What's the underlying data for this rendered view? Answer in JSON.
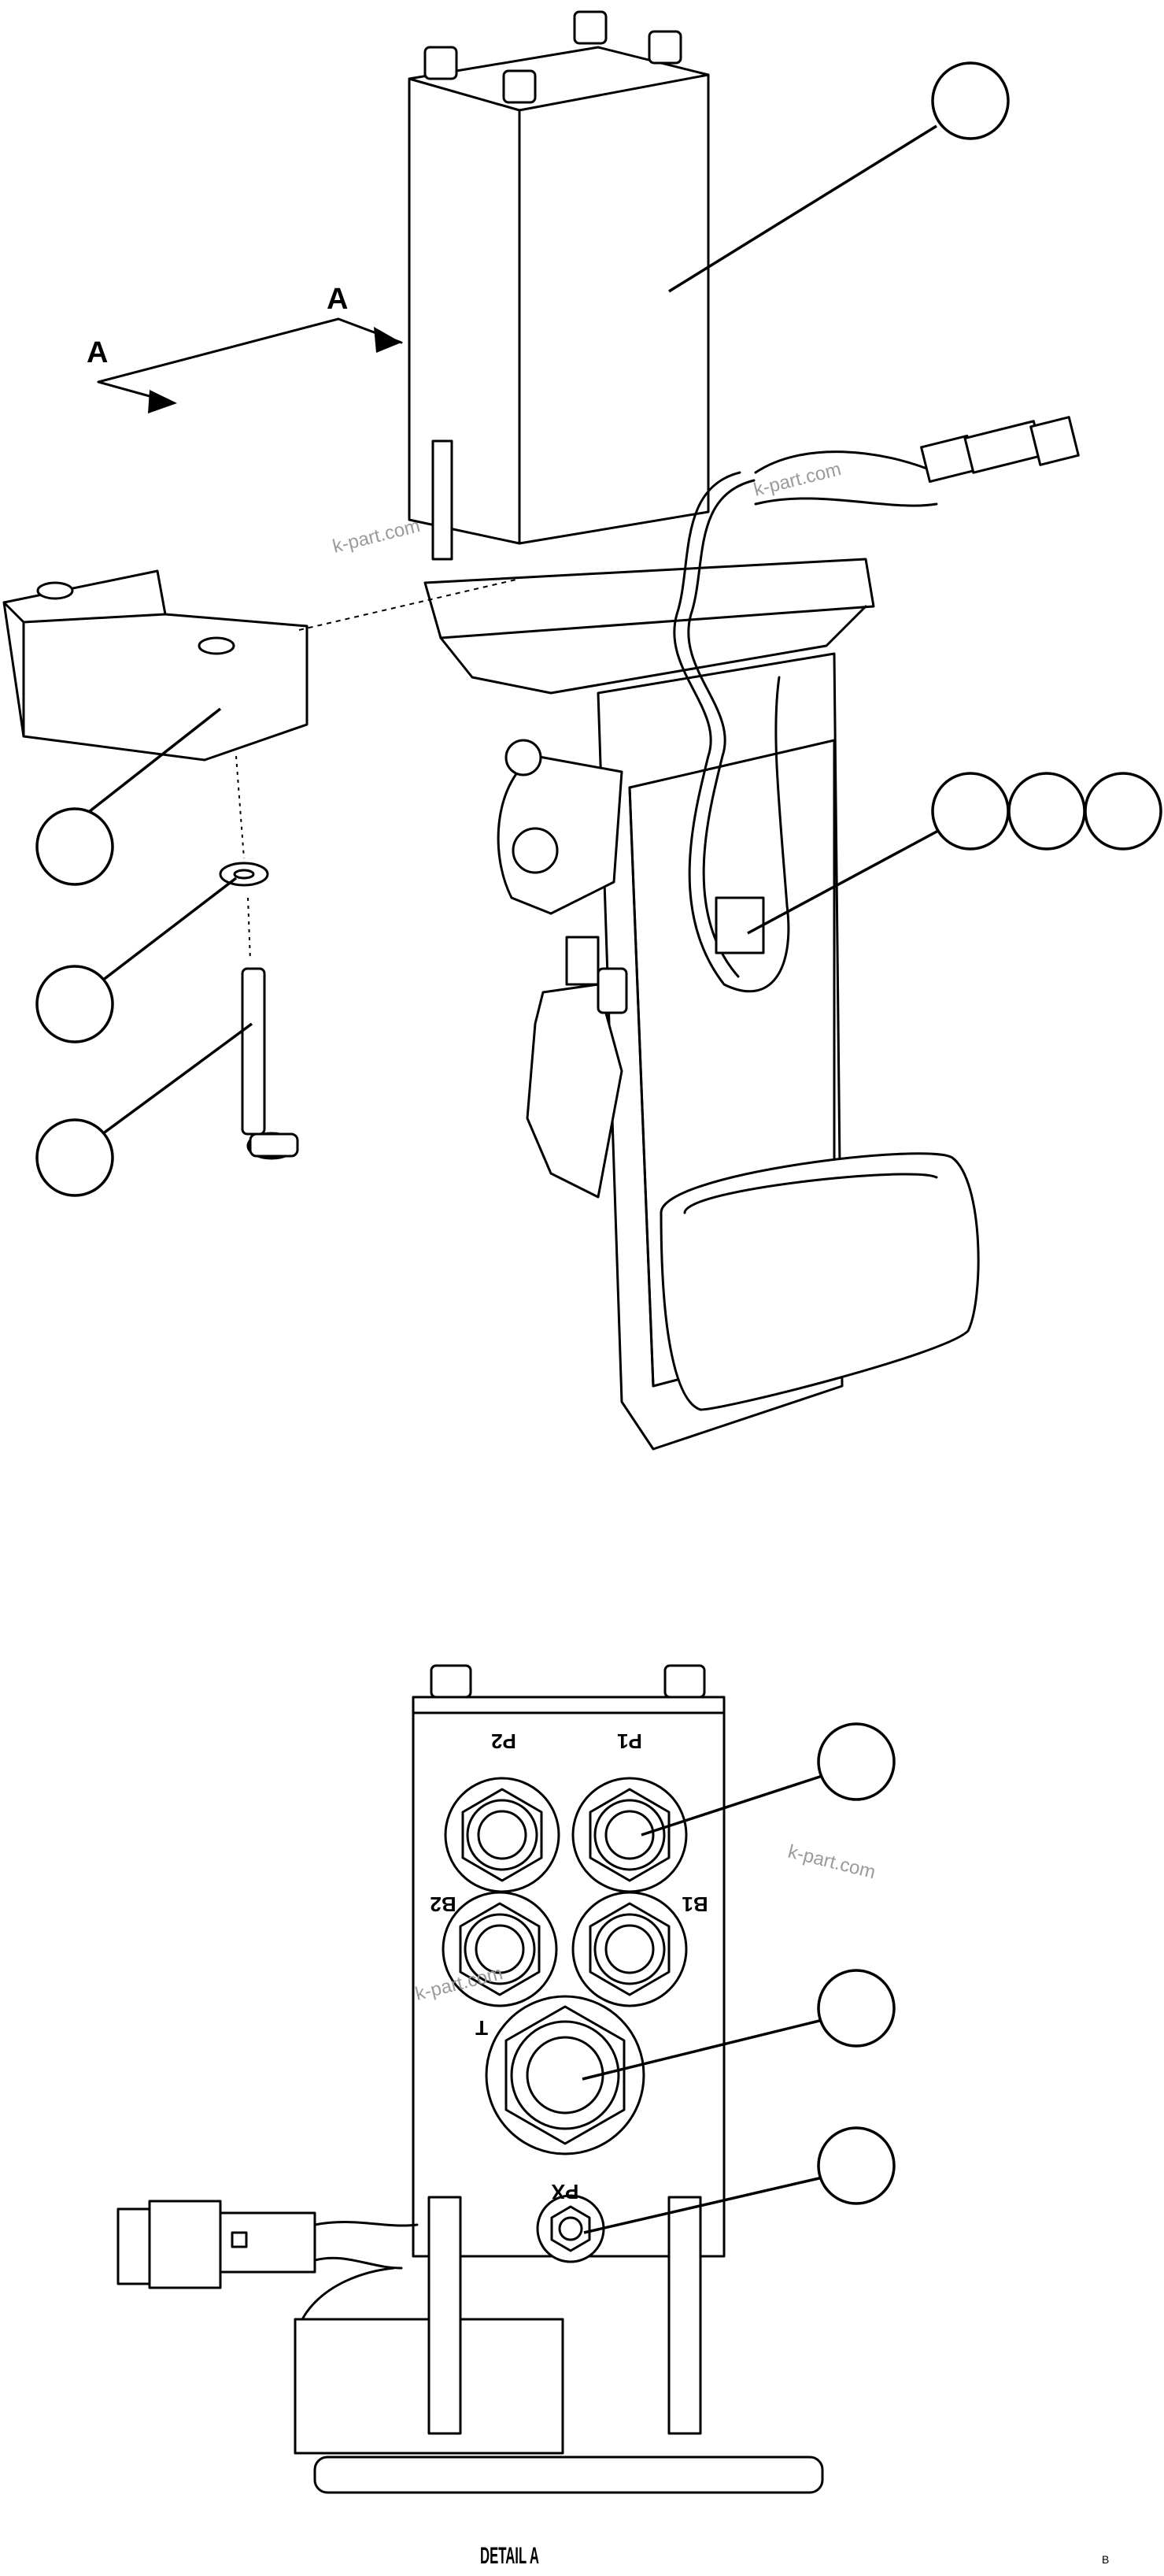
{
  "view_arrow": {
    "label_upper": "A",
    "label_lower": "A"
  },
  "watermark": "k-part.com",
  "ports": {
    "p1": "P1",
    "p2": "P2",
    "b1": "B1",
    "b2": "B2",
    "t": "T",
    "px": "PX"
  },
  "detail_caption": "DETAIL A",
  "corner_mark": "B"
}
